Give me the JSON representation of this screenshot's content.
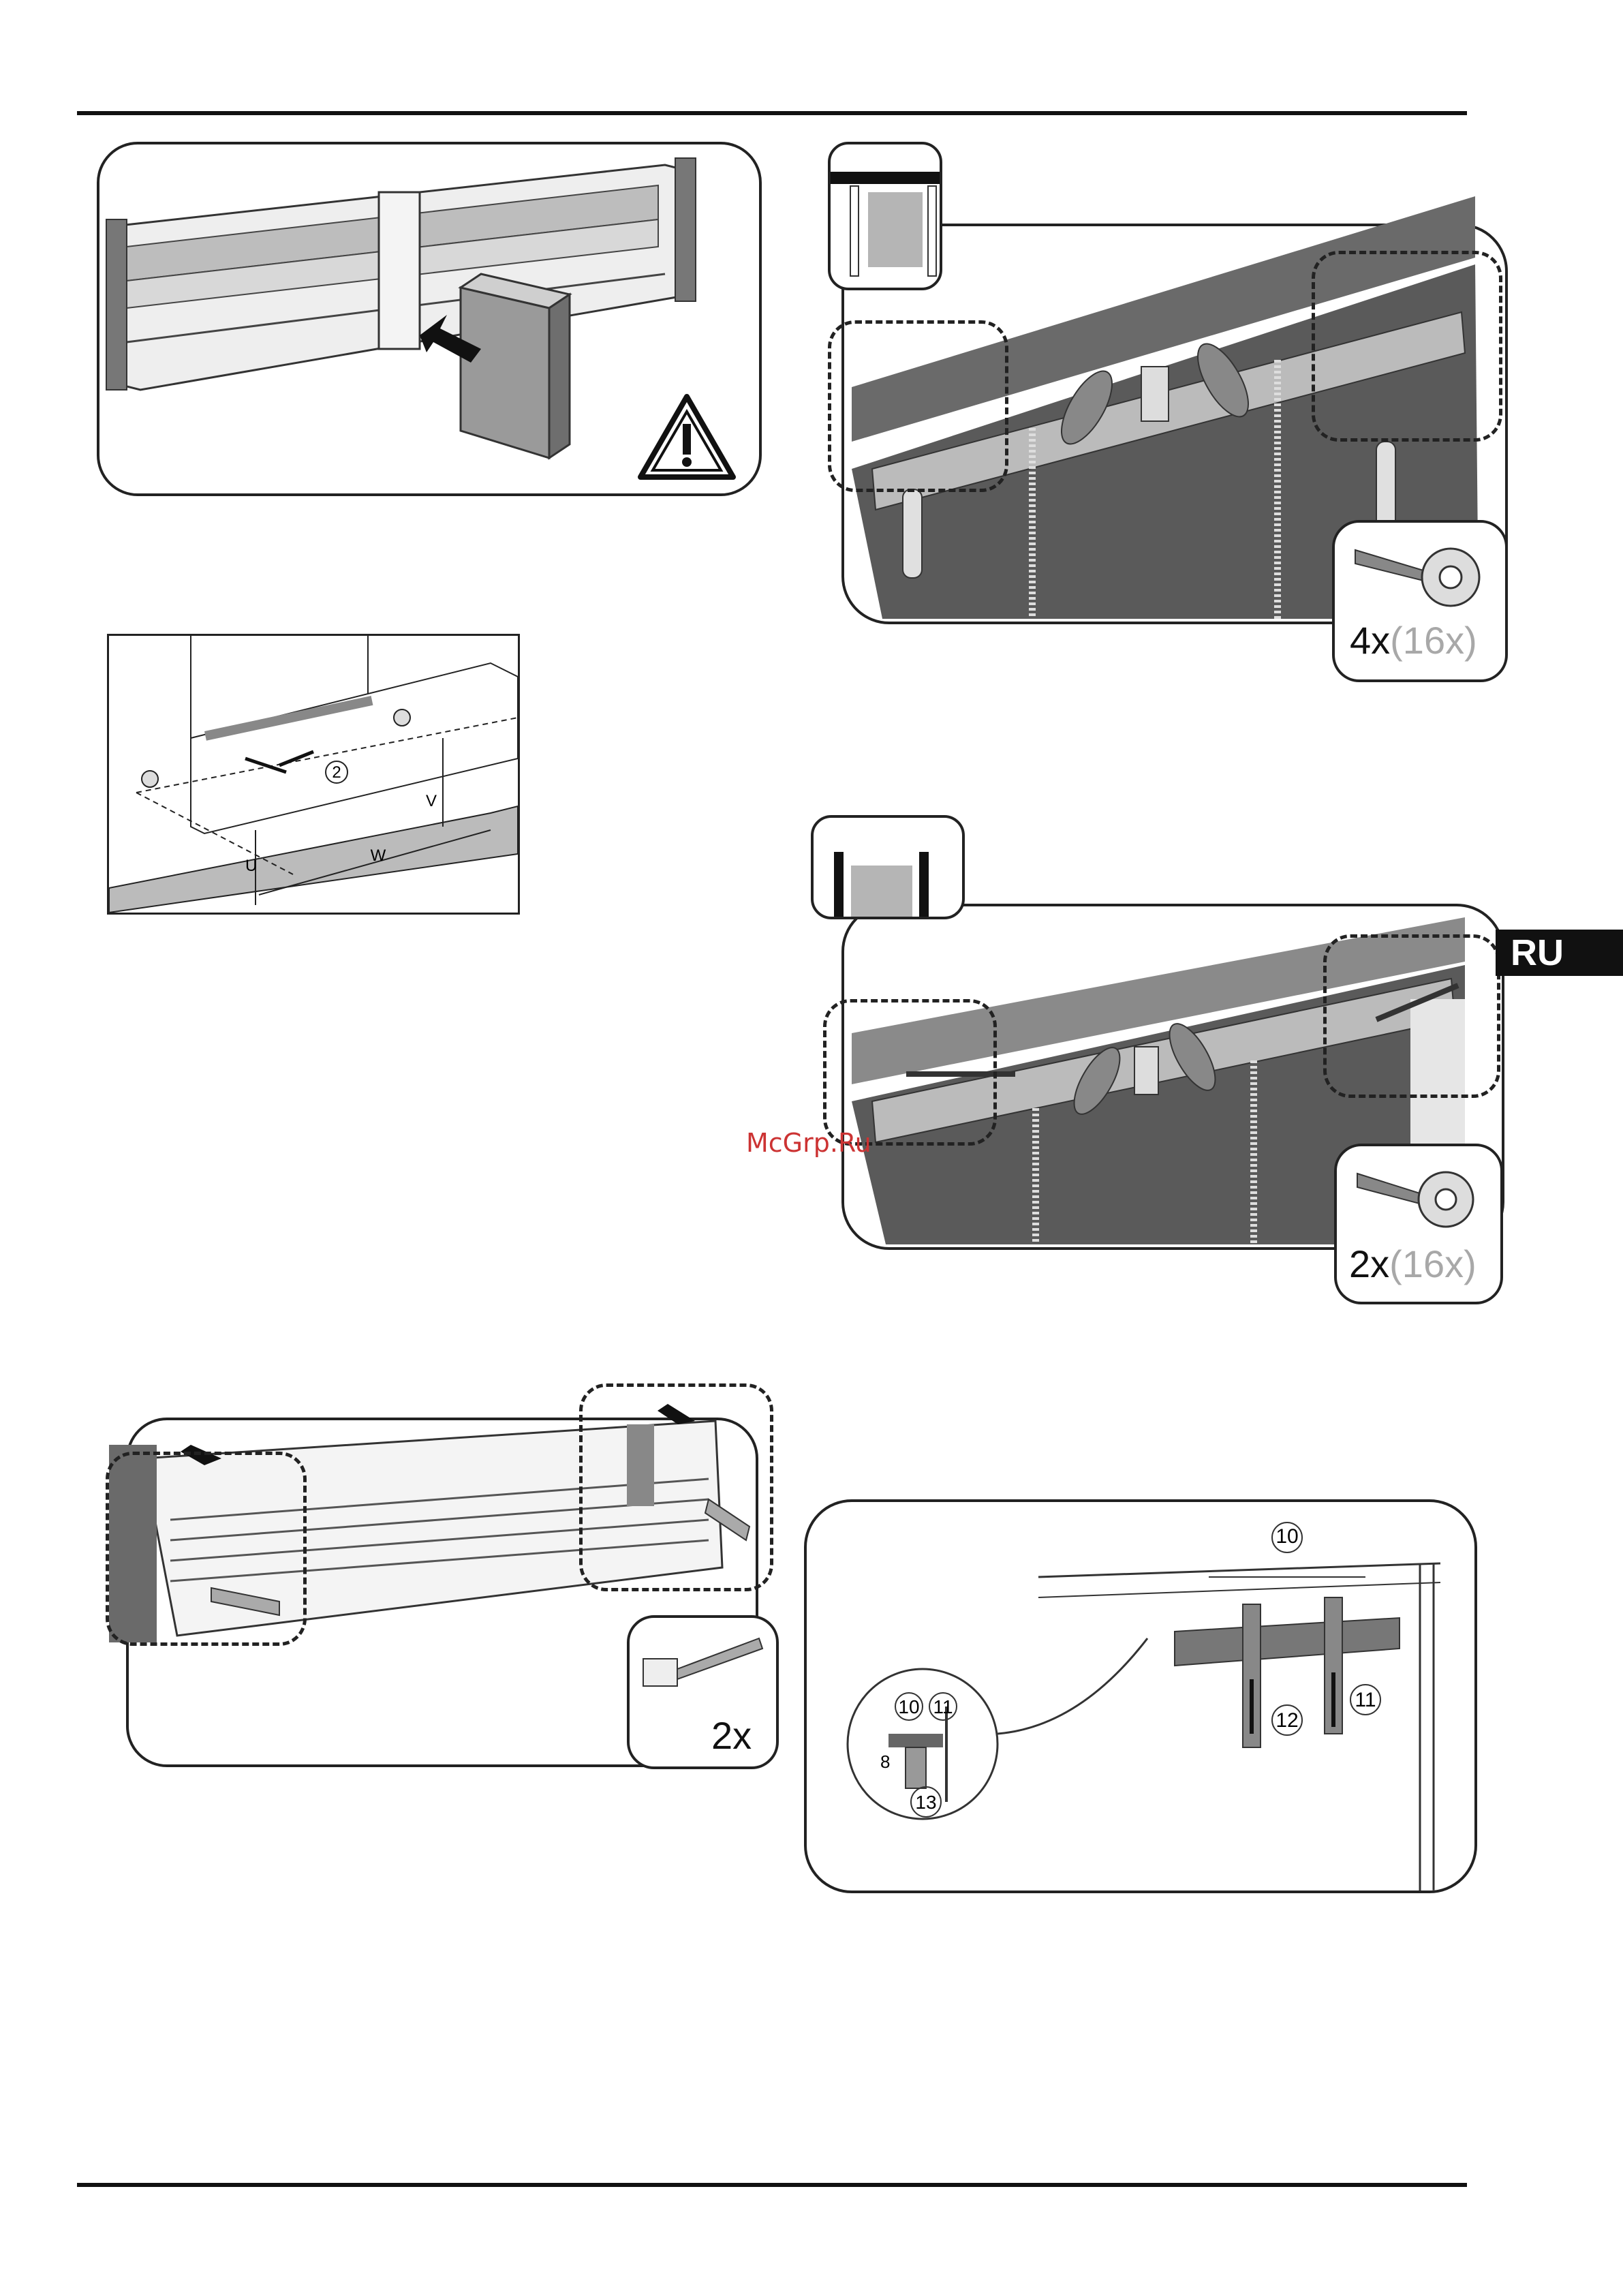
{
  "page": {
    "language_tab": "RU",
    "watermark": "McGrp.Ru"
  },
  "figures": {
    "fig_screws_top": {
      "count": "4x",
      "total": "(16x)"
    },
    "fig_screws_mid": {
      "count": "2x",
      "total": "(16x)"
    },
    "fig_brackets": {
      "count": "2x"
    },
    "fig_dimensions": {
      "label_2": "2",
      "label_u": "U",
      "label_v": "V",
      "label_w": "W"
    },
    "fig_adjust": {
      "label_10": "10",
      "label_11": "11",
      "label_12": "12",
      "label_13": "13",
      "label_8": "8"
    }
  },
  "colors": {
    "panel_gray": "#5a5a5a",
    "light_gray": "#b5b5b5",
    "lang_tab_bg": "#111111",
    "watermark": "#cc3333"
  }
}
